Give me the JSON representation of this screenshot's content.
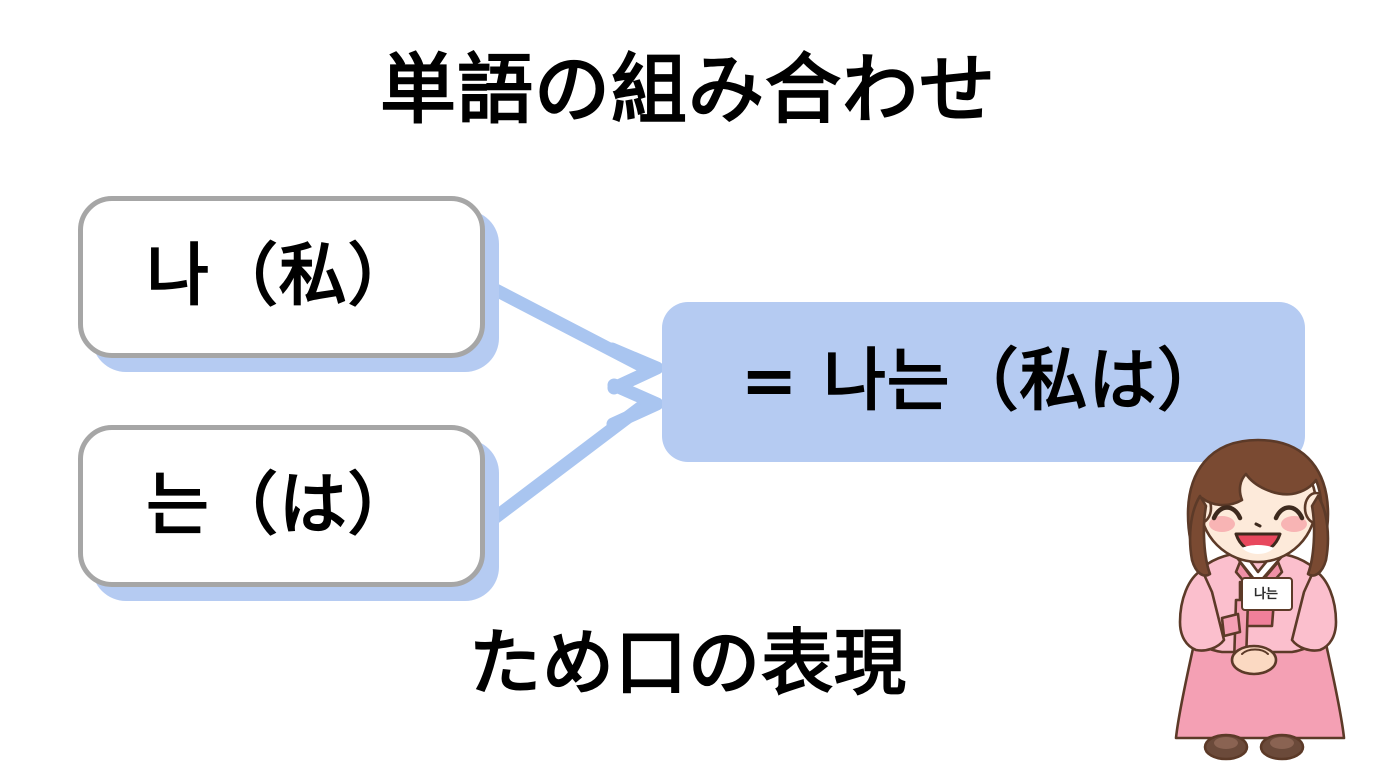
{
  "slide": {
    "title": "単語の組み合わせ",
    "subtitle": "ため口の表現",
    "background_color": "#ffffff"
  },
  "colors": {
    "accent_blue": "#b5cbf2",
    "box_border_gray": "#a6a6a6",
    "box_fill_white": "#ffffff",
    "text_black": "#000000",
    "hanbok_pink": "#f4a8b8",
    "hanbok_light_pink": "#fbc9d4",
    "hair_brown": "#7a4a32",
    "skin": "#fce6d4"
  },
  "terms": [
    {
      "id": "term-1",
      "text": "나（私）",
      "korean": "나",
      "japanese": "私"
    },
    {
      "id": "term-2",
      "text": "는（は）",
      "korean": "는",
      "japanese": "は"
    }
  ],
  "result": {
    "text": "= 나는（私は）",
    "korean": "나는",
    "japanese": "私は",
    "equals_sign": "="
  },
  "arrows": [
    {
      "id": "arrow-top",
      "from": "term-1",
      "to": "result",
      "color": "#a9c5f0"
    },
    {
      "id": "arrow-bottom",
      "from": "term-2",
      "to": "result",
      "color": "#a9c5f0"
    }
  ],
  "character": {
    "description": "girl-in-hanbok",
    "sign_text": "나는",
    "expression": "smiling"
  }
}
